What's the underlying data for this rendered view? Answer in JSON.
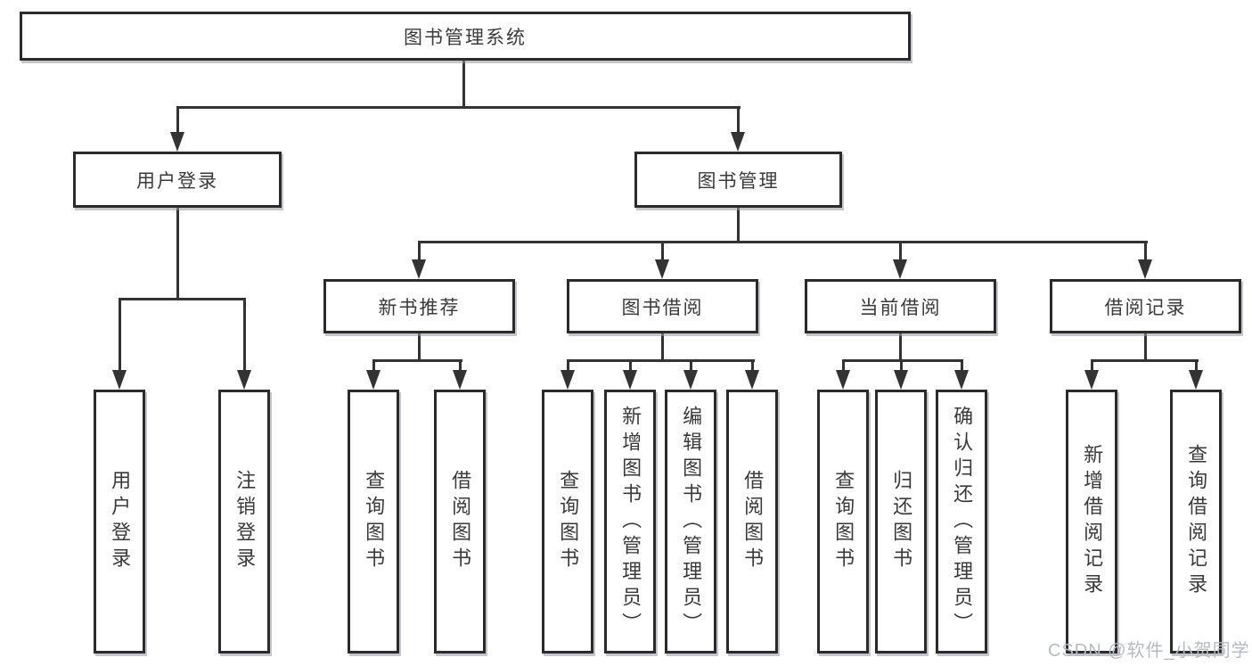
{
  "diagram": {
    "type": "tree",
    "root": {
      "label": "图书管理系统",
      "children": [
        {
          "label": "用户登录",
          "children": [
            {
              "label": "用户登录"
            },
            {
              "label": "注销登录"
            }
          ]
        },
        {
          "label": "图书管理",
          "children": [
            {
              "label": "新书推荐",
              "children": [
                {
                  "label": "查询图书"
                },
                {
                  "label": "借阅图书"
                }
              ]
            },
            {
              "label": "图书借阅",
              "children": [
                {
                  "label": "查询图书"
                },
                {
                  "label": "新增图书（管理员）"
                },
                {
                  "label": "编辑图书（管理员）"
                },
                {
                  "label": "借阅图书"
                }
              ]
            },
            {
              "label": "当前借阅",
              "children": [
                {
                  "label": "查询图书"
                },
                {
                  "label": "归还图书"
                },
                {
                  "label": "确认归还（管理员）"
                }
              ]
            },
            {
              "label": "借阅记录",
              "children": [
                {
                  "label": "新增借阅记录"
                },
                {
                  "label": "查询借阅记录"
                }
              ]
            }
          ]
        }
      ]
    }
  },
  "watermark": {
    "text": "CSDN @软件_小贺同学"
  },
  "colors": {
    "line": "#333333",
    "box_border": "#2b2b2b",
    "box_background": "#ffffff",
    "text": "#3a3a3a",
    "watermark": "#b6bac2",
    "page_background": "#ffffff"
  }
}
